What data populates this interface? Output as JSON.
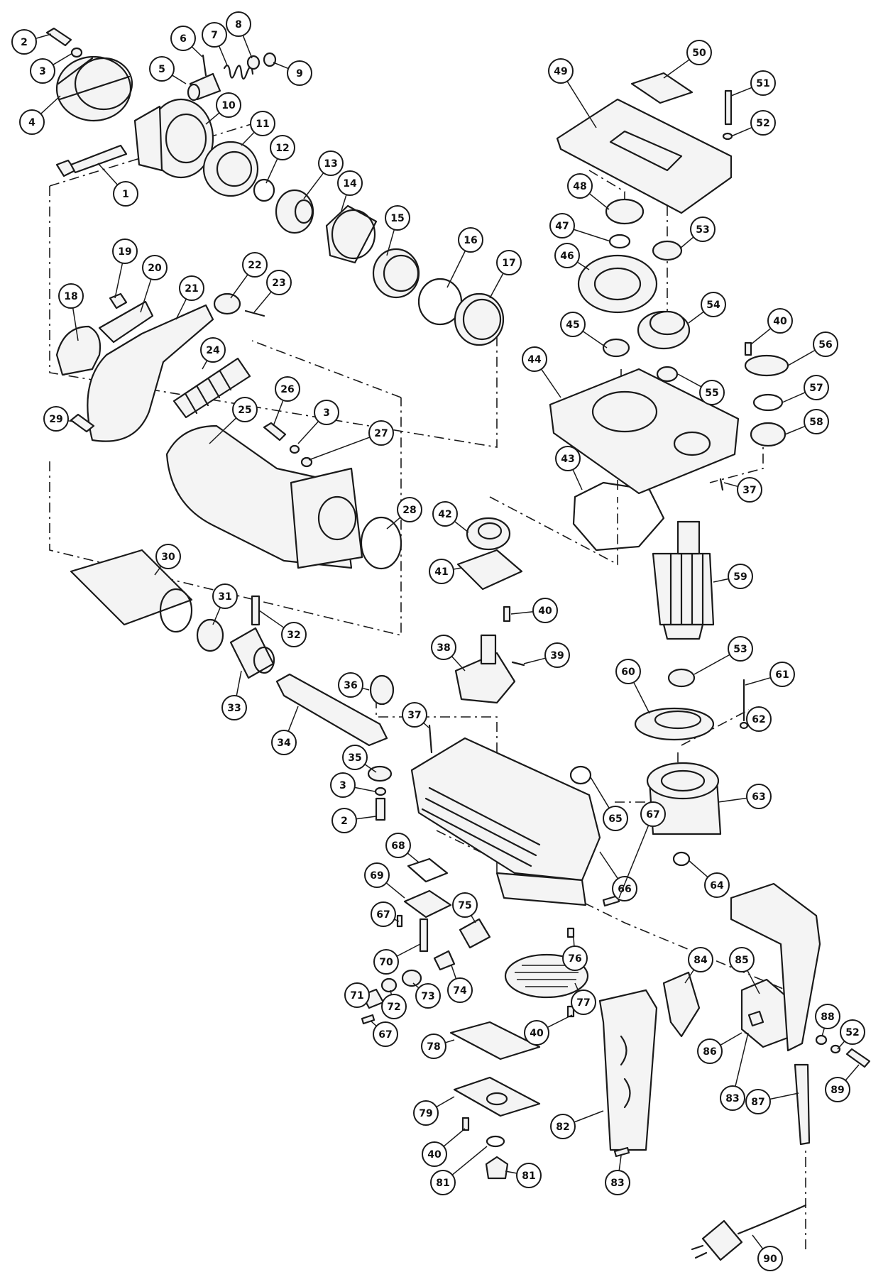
{
  "diagram": {
    "callouts": [
      {
        "label": "2"
      },
      {
        "label": "3"
      },
      {
        "label": "4"
      },
      {
        "label": "1"
      },
      {
        "label": "5"
      },
      {
        "label": "6"
      },
      {
        "label": "7"
      },
      {
        "label": "8"
      },
      {
        "label": "9"
      },
      {
        "label": "10"
      },
      {
        "label": "11"
      },
      {
        "label": "12"
      },
      {
        "label": "13"
      },
      {
        "label": "14"
      },
      {
        "label": "15"
      },
      {
        "label": "16"
      },
      {
        "label": "17"
      },
      {
        "label": "18"
      },
      {
        "label": "19"
      },
      {
        "label": "20"
      },
      {
        "label": "21"
      },
      {
        "label": "22"
      },
      {
        "label": "23"
      },
      {
        "label": "24"
      },
      {
        "label": "25"
      },
      {
        "label": "26"
      },
      {
        "label": "3"
      },
      {
        "label": "27"
      },
      {
        "label": "28"
      },
      {
        "label": "29"
      },
      {
        "label": "30"
      },
      {
        "label": "31"
      },
      {
        "label": "32"
      },
      {
        "label": "33"
      },
      {
        "label": "34"
      },
      {
        "label": "36"
      },
      {
        "label": "37"
      },
      {
        "label": "35"
      },
      {
        "label": "3"
      },
      {
        "label": "2"
      },
      {
        "label": "38"
      },
      {
        "label": "39"
      },
      {
        "label": "41"
      },
      {
        "label": "40"
      },
      {
        "label": "42"
      },
      {
        "label": "43"
      },
      {
        "label": "44"
      },
      {
        "label": "45"
      },
      {
        "label": "46"
      },
      {
        "label": "47"
      },
      {
        "label": "48"
      },
      {
        "label": "49"
      },
      {
        "label": "50"
      },
      {
        "label": "51"
      },
      {
        "label": "52"
      },
      {
        "label": "53"
      },
      {
        "label": "54"
      },
      {
        "label": "55"
      },
      {
        "label": "40"
      },
      {
        "label": "56"
      },
      {
        "label": "57"
      },
      {
        "label": "58"
      },
      {
        "label": "37"
      },
      {
        "label": "59"
      },
      {
        "label": "53"
      },
      {
        "label": "60"
      },
      {
        "label": "61"
      },
      {
        "label": "62"
      },
      {
        "label": "63"
      },
      {
        "label": "64"
      },
      {
        "label": "65"
      },
      {
        "label": "66"
      },
      {
        "label": "67"
      },
      {
        "label": "68"
      },
      {
        "label": "69"
      },
      {
        "label": "67"
      },
      {
        "label": "70"
      },
      {
        "label": "75"
      },
      {
        "label": "76"
      },
      {
        "label": "74"
      },
      {
        "label": "73"
      },
      {
        "label": "72"
      },
      {
        "label": "71"
      },
      {
        "label": "67"
      },
      {
        "label": "40"
      },
      {
        "label": "77"
      },
      {
        "label": "78"
      },
      {
        "label": "79"
      },
      {
        "label": "40"
      },
      {
        "label": "81"
      },
      {
        "label": "81"
      },
      {
        "label": "82"
      },
      {
        "label": "83"
      },
      {
        "label": "84"
      },
      {
        "label": "85"
      },
      {
        "label": "86"
      },
      {
        "label": "83"
      },
      {
        "label": "88"
      },
      {
        "label": "52"
      },
      {
        "label": "89"
      },
      {
        "label": "87"
      },
      {
        "label": "90"
      }
    ]
  },
  "colors": {
    "ink": "#1a1a1a",
    "paper": "#ffffff"
  }
}
